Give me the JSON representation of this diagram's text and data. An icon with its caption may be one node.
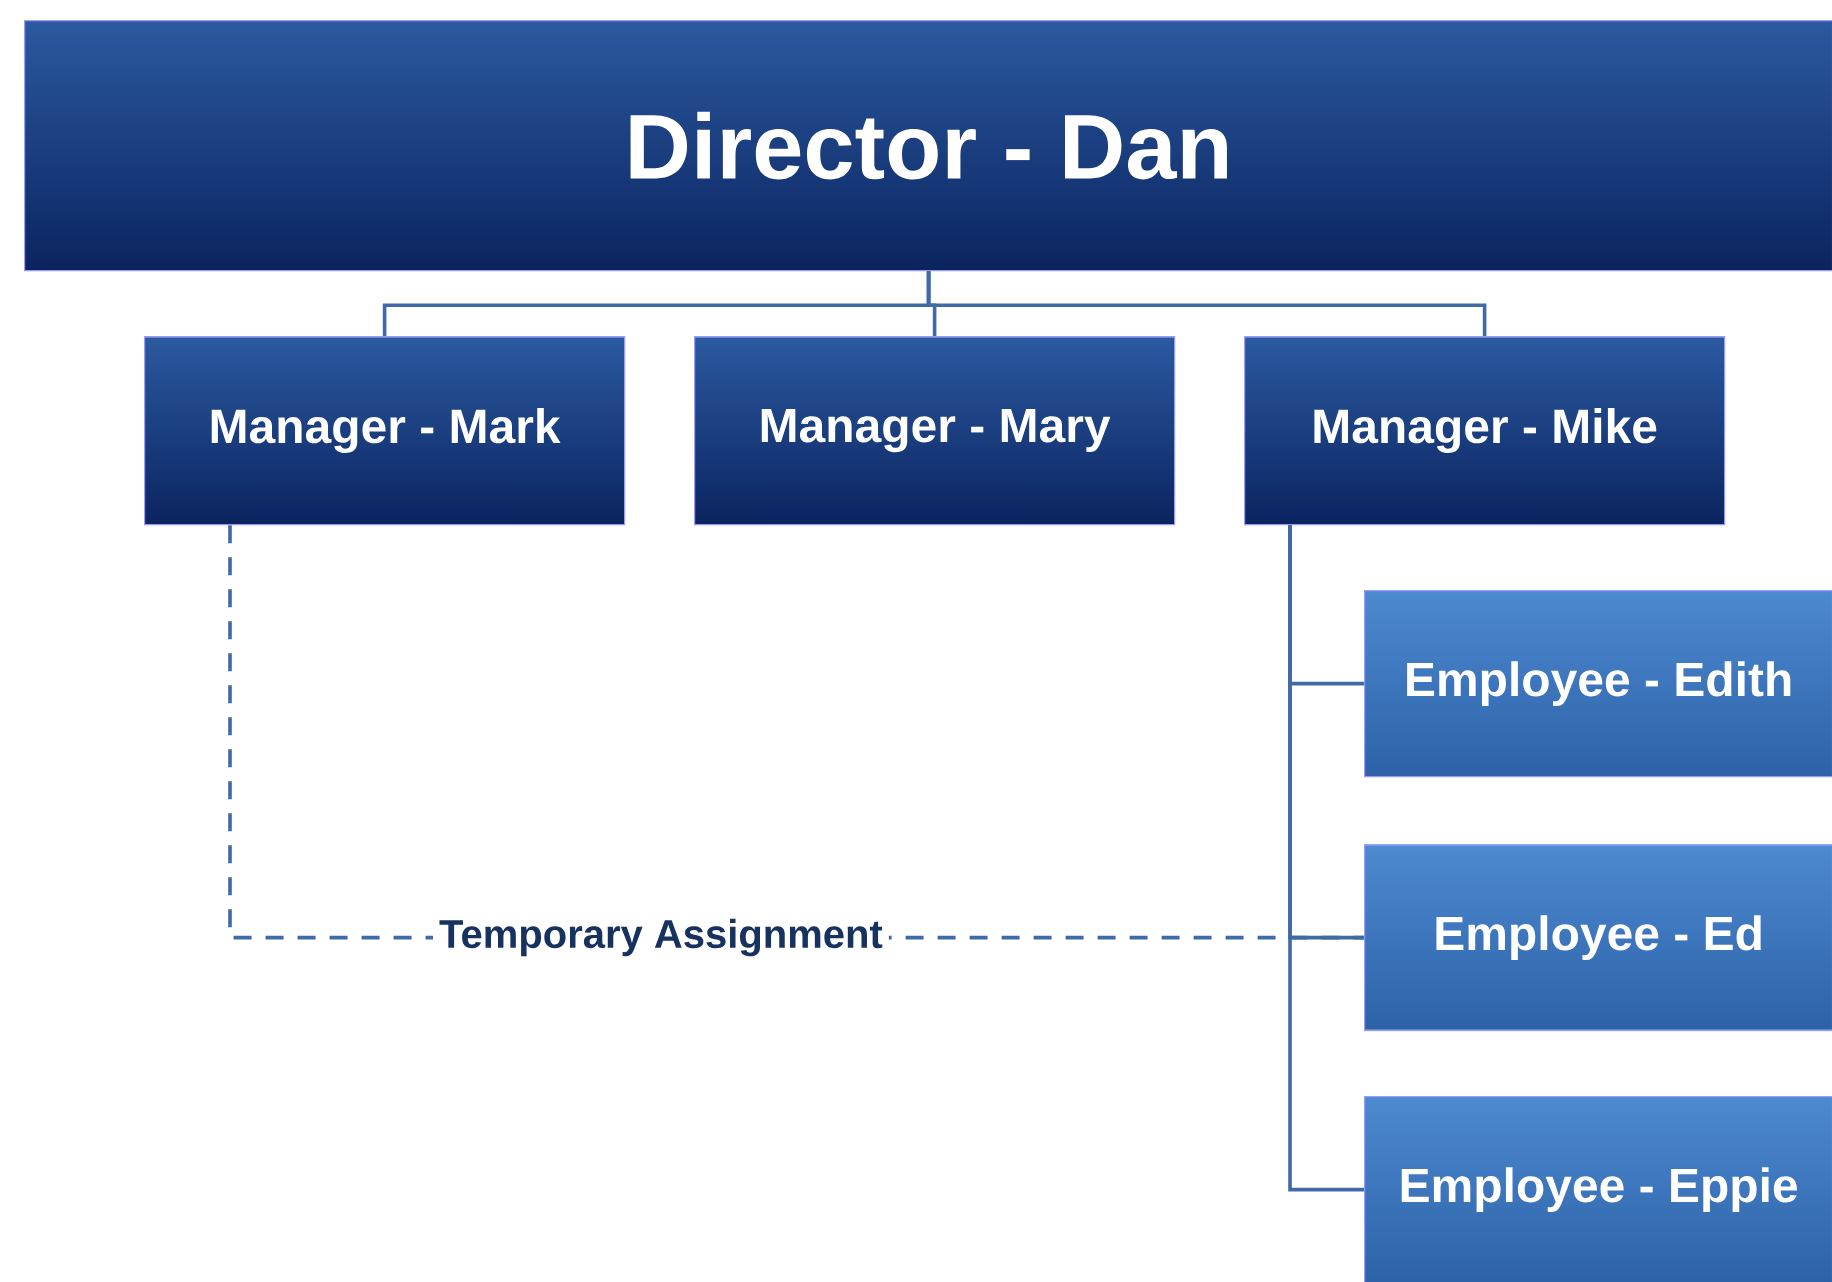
{
  "diagram": {
    "nodes": [
      {
        "text": [
          "Director - Dan"
        ]
      },
      {
        "text": [
          "Manager - Mark"
        ]
      },
      {
        "text": [
          "Manager - Mary"
        ]
      },
      {
        "text": [
          "Manager - Mike"
        ]
      },
      {
        "text": [
          "Employee - Edith"
        ]
      },
      {
        "text": [
          "Employee - Ed"
        ]
      },
      {
        "text": [
          "Employee - Eppie"
        ]
      }
    ],
    "edges": [
      {
        "from": 0,
        "to": 1,
        "arrow": "none"
      },
      {
        "from": 0,
        "to": 2,
        "arrow": "none"
      },
      {
        "from": 0,
        "to": 3,
        "arrow": "none"
      },
      {
        "from": 3,
        "to": 4,
        "arrow": "none"
      },
      {
        "from": 3,
        "to": 5,
        "arrow": "none"
      },
      {
        "from": 3,
        "to": 6,
        "arrow": "none"
      },
      {
        "from": 1,
        "to": 5,
        "arrow": "none",
        "style": "dashed",
        "label": "Temporary Assignment"
      }
    ]
  }
}
